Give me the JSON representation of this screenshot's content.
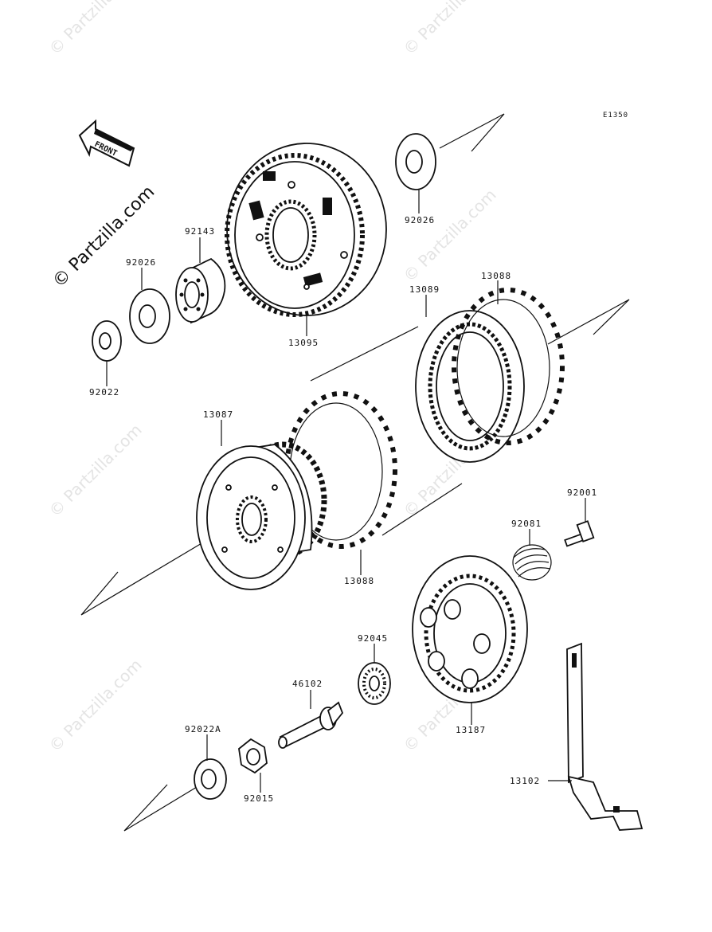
{
  "diagram_code": "E1350",
  "front_label": "FRONT",
  "copyright": "© Partzilla.com",
  "watermark": "© Partzilla.com",
  "parts": {
    "p92026_top": "92026",
    "p92143": "92143",
    "p92026_left": "92026",
    "p92022": "92022",
    "p13095": "13095",
    "p13088_top": "13088",
    "p13089": "13089",
    "p13087": "13087",
    "p13088_bottom": "13088",
    "p92001": "92001",
    "p92081": "92081",
    "p92045": "92045",
    "p46102": "46102",
    "p92022A": "92022A",
    "p92015": "92015",
    "p13187": "13187",
    "p13102": "13102"
  }
}
